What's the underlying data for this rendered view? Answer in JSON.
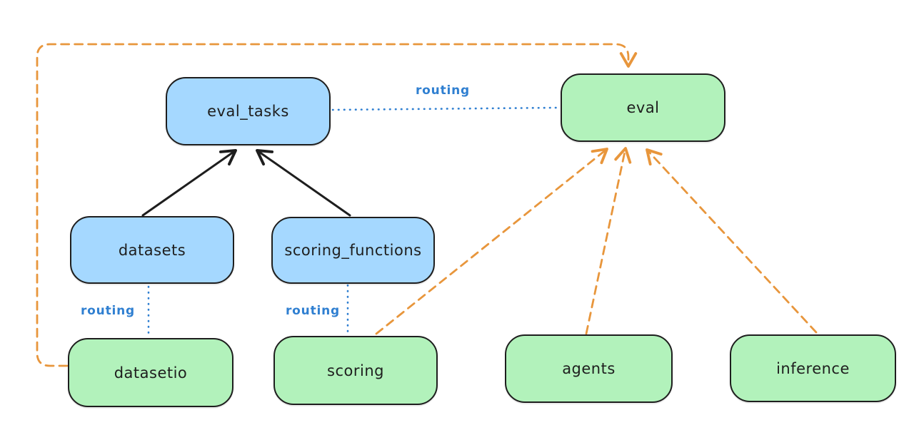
{
  "diagram": {
    "colors": {
      "background": "#ffffff",
      "blue_node_fill": "#a5d8ff",
      "green_node_fill": "#b2f2bb",
      "node_border": "#1e1e1e",
      "solid_arrow": "#1e1e1e",
      "dashed_arrow_orange": "#e8963c",
      "dotted_line_blue": "#2f7fd1",
      "routing_label_blue": "#2f7fd1"
    },
    "nodes": {
      "eval_tasks": {
        "label": "eval_tasks",
        "fill": "blue"
      },
      "eval": {
        "label": "eval",
        "fill": "green"
      },
      "datasets": {
        "label": "datasets",
        "fill": "blue"
      },
      "scoring_functions": {
        "label": "scoring_functions",
        "fill": "blue"
      },
      "datasetio": {
        "label": "datasetio",
        "fill": "green"
      },
      "scoring": {
        "label": "scoring",
        "fill": "green"
      },
      "agents": {
        "label": "agents",
        "fill": "green"
      },
      "inference": {
        "label": "inference",
        "fill": "green"
      }
    },
    "labels": {
      "routing_top": "routing",
      "routing_datasets": "routing",
      "routing_scoring": "routing"
    },
    "edges": [
      {
        "from": "datasets",
        "to": "eval_tasks",
        "style": "solid",
        "color": "#1e1e1e",
        "arrow": true,
        "label": ""
      },
      {
        "from": "scoring_functions",
        "to": "eval_tasks",
        "style": "solid",
        "color": "#1e1e1e",
        "arrow": true,
        "label": ""
      },
      {
        "from": "eval_tasks",
        "to": "eval",
        "style": "dotted",
        "color": "#2f7fd1",
        "arrow": false,
        "label": "routing"
      },
      {
        "from": "datasets",
        "to": "datasetio",
        "style": "dotted",
        "color": "#2f7fd1",
        "arrow": false,
        "label": "routing"
      },
      {
        "from": "scoring_functions",
        "to": "scoring",
        "style": "dotted",
        "color": "#2f7fd1",
        "arrow": false,
        "label": "routing"
      },
      {
        "from": "datasetio",
        "to": "eval",
        "style": "dashed",
        "color": "#e8963c",
        "arrow": true,
        "label": ""
      },
      {
        "from": "scoring",
        "to": "eval",
        "style": "dashed",
        "color": "#e8963c",
        "arrow": true,
        "label": ""
      },
      {
        "from": "agents",
        "to": "eval",
        "style": "dashed",
        "color": "#e8963c",
        "arrow": true,
        "label": ""
      },
      {
        "from": "inference",
        "to": "eval",
        "style": "dashed",
        "color": "#e8963c",
        "arrow": true,
        "label": ""
      }
    ]
  }
}
